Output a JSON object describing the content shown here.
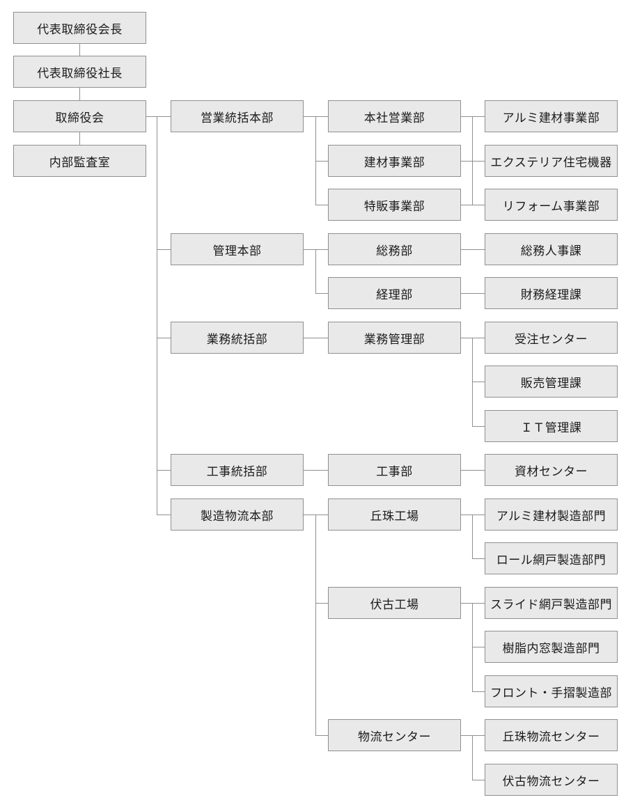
{
  "chart_type": "organization-chart",
  "colors": {
    "background": "#ffffff",
    "node_fill": "#e9e9e9",
    "node_border": "#8f8f8f",
    "connector": "#8f8f8f",
    "text": "#1a1a1a"
  },
  "nodes": {
    "chairman": {
      "label": "代表取締役会長"
    },
    "president": {
      "label": "代表取締役社長"
    },
    "board": {
      "label": "取締役会"
    },
    "internal_audit": {
      "label": "内部監査室"
    },
    "sales_hq": {
      "label": "営業統括本部"
    },
    "admin_hq": {
      "label": "管理本部"
    },
    "operations_div": {
      "label": "業務統括部"
    },
    "construction_div": {
      "label": "工事統括部"
    },
    "mfg_logistics_hq": {
      "label": "製造物流本部"
    },
    "head_office_sales": {
      "label": "本社営業部"
    },
    "building_materials": {
      "label": "建材事業部"
    },
    "special_sales": {
      "label": "特販事業部"
    },
    "general_affairs": {
      "label": "総務部"
    },
    "accounting": {
      "label": "経理部"
    },
    "operations_mgmt": {
      "label": "業務管理部"
    },
    "construction": {
      "label": "工事部"
    },
    "okadama_plant": {
      "label": "丘珠工場"
    },
    "fushiko_plant": {
      "label": "伏古工場"
    },
    "logistics_center": {
      "label": "物流センター"
    },
    "aluminum_materials": {
      "label": "アルミ建材事業部"
    },
    "exterior_housing": {
      "label": "エクステリア住宅機器"
    },
    "reform": {
      "label": "リフォーム事業部"
    },
    "hr": {
      "label": "総務人事課"
    },
    "finance": {
      "label": "財務経理課"
    },
    "order_center": {
      "label": "受注センター"
    },
    "sales_mgmt": {
      "label": "販売管理課"
    },
    "it_mgmt": {
      "label": "ＩＴ管理課"
    },
    "materials_center": {
      "label": "資材センター"
    },
    "aluminum_mfg": {
      "label": "アルミ建材製造部門"
    },
    "roll_screen_mfg": {
      "label": "ロール網戸製造部門"
    },
    "slide_screen_mfg": {
      "label": "スライド網戸製造部門"
    },
    "resin_window_mfg": {
      "label": "樹脂内窓製造部門"
    },
    "front_handrail_mfg": {
      "label": "フロント・手摺製造部"
    },
    "okadama_logistics": {
      "label": "丘珠物流センター"
    },
    "fushiko_logistics": {
      "label": "伏古物流センター"
    }
  },
  "structure": [
    {
      "type": "chain",
      "members": [
        "chairman",
        "president",
        "board",
        "internal_audit"
      ]
    },
    {
      "type": "branch",
      "parent": "board",
      "children": [
        "sales_hq",
        "admin_hq",
        "operations_div",
        "construction_div",
        "mfg_logistics_hq"
      ]
    },
    {
      "type": "branch",
      "parent": "sales_hq",
      "children": [
        "head_office_sales",
        "building_materials",
        "special_sales"
      ]
    },
    {
      "type": "shared-bus",
      "left": [
        "head_office_sales",
        "building_materials",
        "special_sales"
      ],
      "right": [
        "aluminum_materials",
        "exterior_housing",
        "reform"
      ]
    },
    {
      "type": "branch",
      "parent": "admin_hq",
      "children": [
        "general_affairs",
        "accounting"
      ]
    },
    {
      "type": "link",
      "from": "general_affairs",
      "to": "hr"
    },
    {
      "type": "link",
      "from": "accounting",
      "to": "finance"
    },
    {
      "type": "link",
      "from": "operations_div",
      "to": "operations_mgmt"
    },
    {
      "type": "branch",
      "parent": "operations_mgmt",
      "children": [
        "order_center",
        "sales_mgmt",
        "it_mgmt"
      ]
    },
    {
      "type": "link",
      "from": "construction_div",
      "to": "construction"
    },
    {
      "type": "link",
      "from": "construction",
      "to": "materials_center"
    },
    {
      "type": "branch",
      "parent": "mfg_logistics_hq",
      "children": [
        "okadama_plant",
        "fushiko_plant",
        "logistics_center"
      ]
    },
    {
      "type": "branch",
      "parent": "okadama_plant",
      "children": [
        "aluminum_mfg",
        "roll_screen_mfg"
      ]
    },
    {
      "type": "branch",
      "parent": "fushiko_plant",
      "children": [
        "slide_screen_mfg",
        "resin_window_mfg",
        "front_handrail_mfg"
      ]
    },
    {
      "type": "branch",
      "parent": "logistics_center",
      "children": [
        "okadama_logistics",
        "fushiko_logistics"
      ]
    }
  ]
}
